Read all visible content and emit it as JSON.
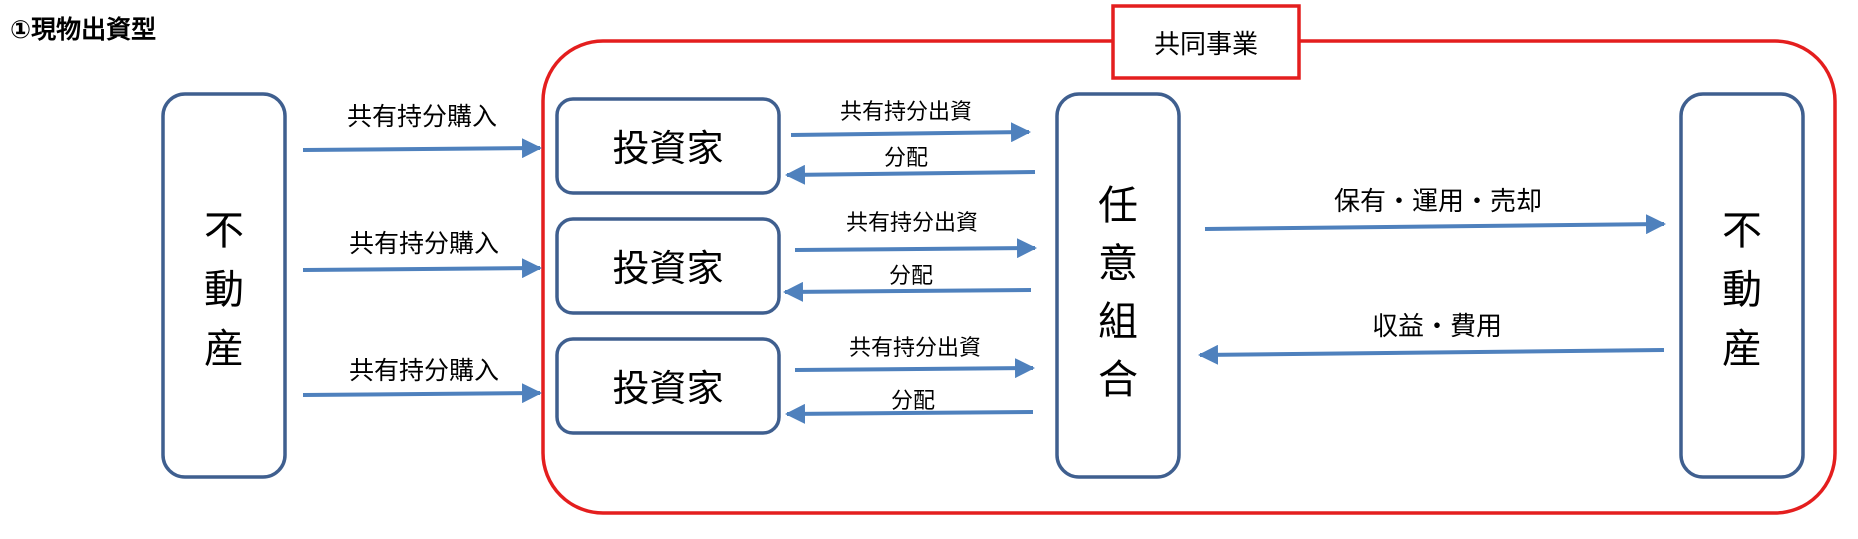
{
  "title": "①現物出資型",
  "joint_venture_label": "共同事業",
  "colors": {
    "arrow": "#4f81bd",
    "box_border": "#3f5f8f",
    "frame": "#e41e1e"
  },
  "left_property": {
    "chars": [
      "不",
      "動",
      "産"
    ]
  },
  "right_property": {
    "chars": [
      "不",
      "動",
      "産"
    ]
  },
  "union": {
    "chars": [
      "任",
      "意",
      "組",
      "合"
    ]
  },
  "investors": [
    {
      "label": "投資家",
      "buy_label": "共有持分購入",
      "invest_label": "共有持分出資",
      "dist_label": "分配"
    },
    {
      "label": "投資家",
      "buy_label": "共有持分購入",
      "invest_label": "共有持分出資",
      "dist_label": "分配"
    },
    {
      "label": "投資家",
      "buy_label": "共有持分購入",
      "invest_label": "共有持分出資",
      "dist_label": "分配"
    }
  ],
  "flow_out_label": "保有・運用・売却",
  "flow_in_label": "収益・費用"
}
